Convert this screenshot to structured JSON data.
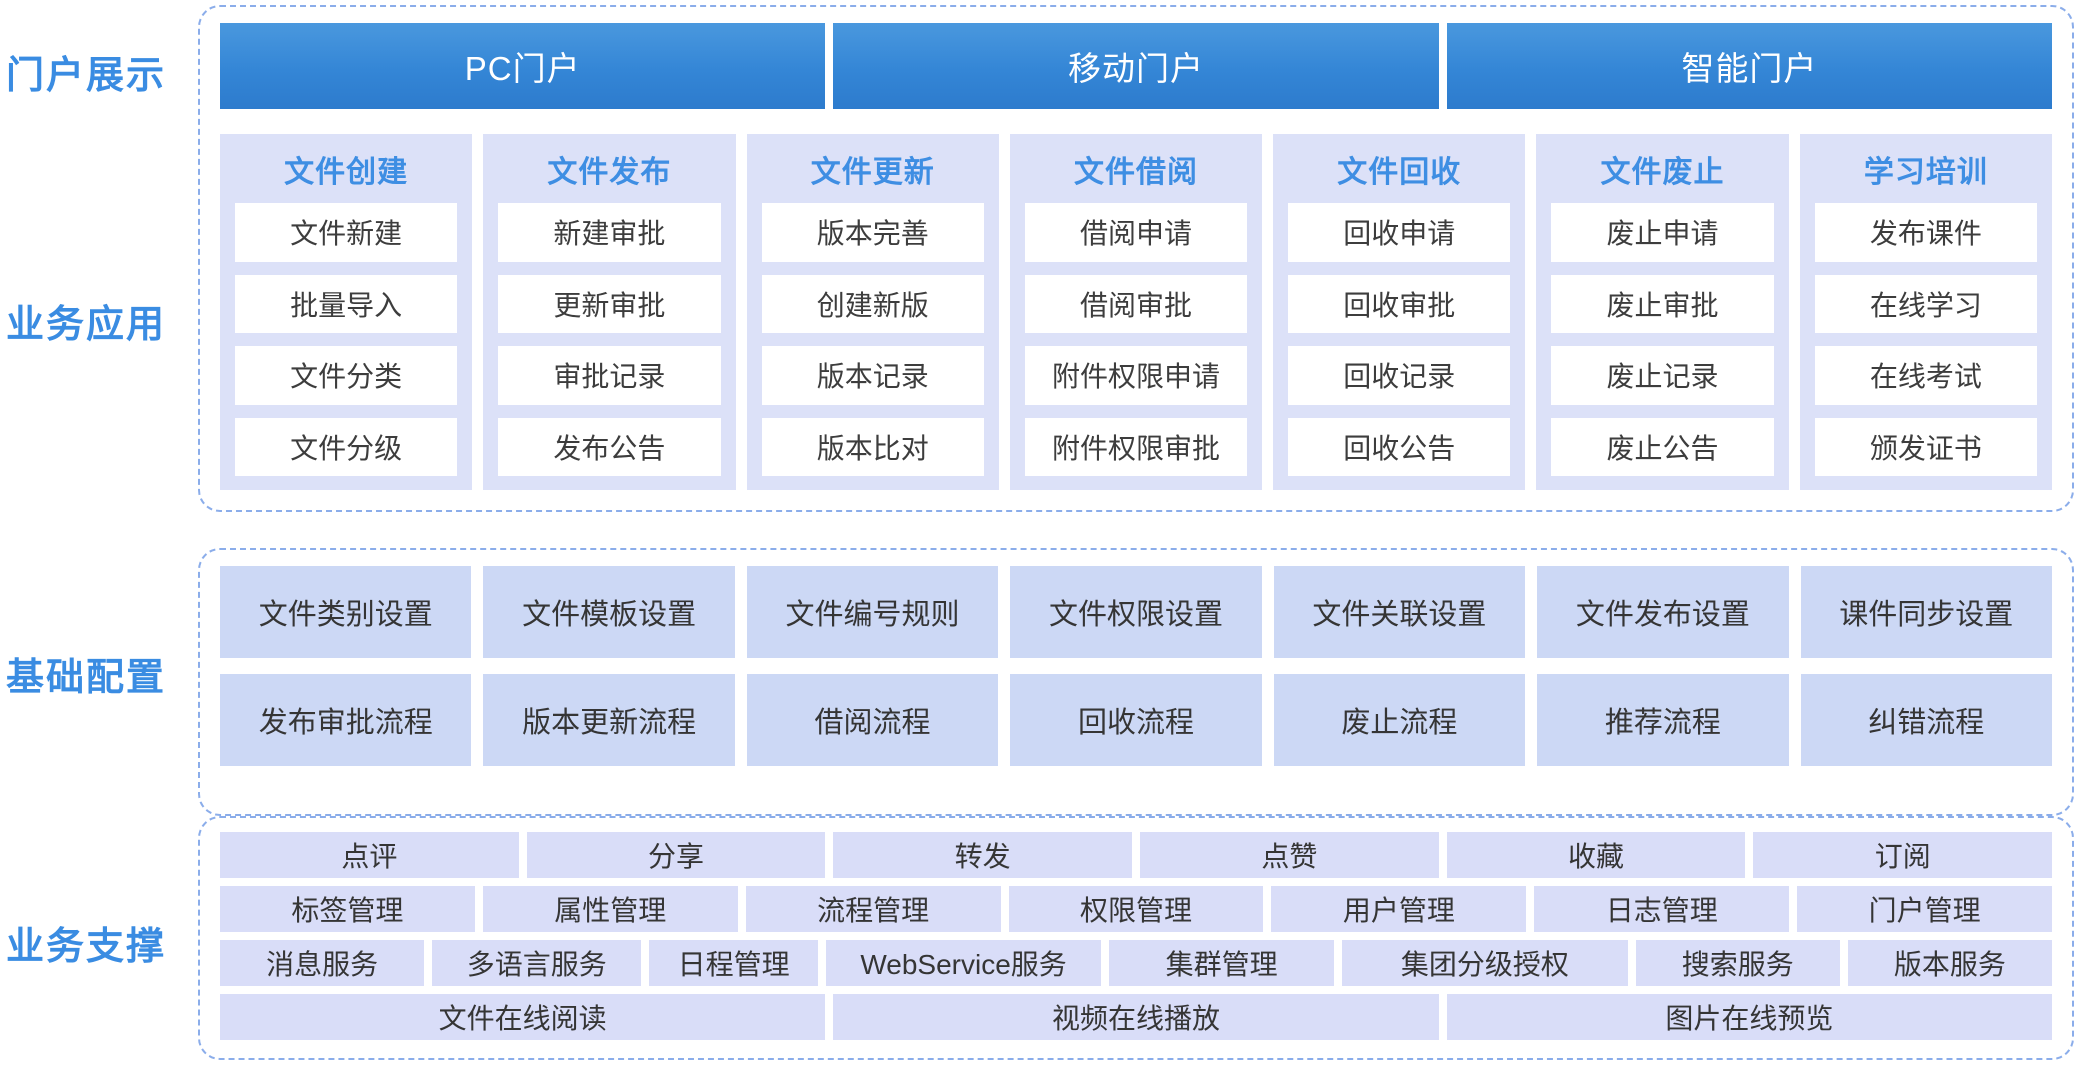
{
  "colors": {
    "accent_blue": "#3a8ce2",
    "portal_bar_top": "#4a98de",
    "portal_bar_bottom": "#2d7bcd",
    "column_bg": "#dce1f8",
    "config_item_bg": "#ccd8f5",
    "support_item_bg": "#d9ddf8",
    "dashed_border": "#8badea",
    "item_text": "#3d3d3d"
  },
  "sections": [
    {
      "label": "门户展示",
      "items": [
        "PC门户",
        "移动门户",
        "智能门户"
      ]
    },
    {
      "label": "业务应用",
      "columns": [
        {
          "title": "文件创建",
          "items": [
            "文件新建",
            "批量导入",
            "文件分类",
            "文件分级"
          ]
        },
        {
          "title": "文件发布",
          "items": [
            "新建审批",
            "更新审批",
            "审批记录",
            "发布公告"
          ]
        },
        {
          "title": "文件更新",
          "items": [
            "版本完善",
            "创建新版",
            "版本记录",
            "版本比对"
          ]
        },
        {
          "title": "文件借阅",
          "items": [
            "借阅申请",
            "借阅审批",
            "附件权限申请",
            "附件权限审批"
          ]
        },
        {
          "title": "文件回收",
          "items": [
            "回收申请",
            "回收审批",
            "回收记录",
            "回收公告"
          ]
        },
        {
          "title": "文件废止",
          "items": [
            "废止申请",
            "废止审批",
            "废止记录",
            "废止公告"
          ]
        },
        {
          "title": "学习培训",
          "items": [
            "发布课件",
            "在线学习",
            "在线考试",
            "颁发证书"
          ]
        }
      ]
    },
    {
      "label": "基础配置",
      "rows": [
        [
          "文件类别设置",
          "文件模板设置",
          "文件编号规则",
          "文件权限设置",
          "文件关联设置",
          "文件发布设置",
          "课件同步设置"
        ],
        [
          "发布审批流程",
          "版本更新流程",
          "借阅流程",
          "回收流程",
          "废止流程",
          "推荐流程",
          "纠错流程"
        ]
      ]
    },
    {
      "label": "业务支撑",
      "rows": [
        [
          "点评",
          "分享",
          "转发",
          "点赞",
          "收藏",
          "订阅"
        ],
        [
          "标签管理",
          "属性管理",
          "流程管理",
          "权限管理",
          "用户管理",
          "日志管理",
          "门户管理"
        ],
        [
          "消息服务",
          "多语言服务",
          "日程管理",
          "WebService服务",
          "集群管理",
          "集团分级授权",
          "搜索服务",
          "版本服务"
        ],
        [
          "文件在线阅读",
          "视频在线播放",
          "图片在线预览"
        ]
      ]
    }
  ]
}
